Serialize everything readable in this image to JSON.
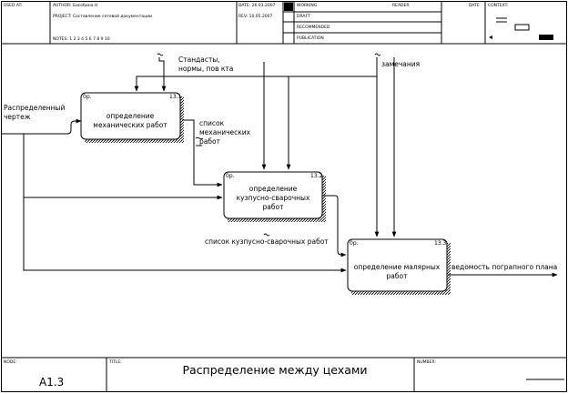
{
  "header": {
    "used_at": "USED AT:",
    "author": "AUTHOR: Басобина Н",
    "project": "PROJECT: Составление сетевой документации",
    "notes": "NOTES: 1 2 3 4 5 6 7 8 9 10",
    "date": "DATE: 26.03.2007",
    "rev": "REV: 10.05.2007",
    "working": "WORKING",
    "draft": "DRAFT",
    "recommended": "RECOMMENDED",
    "publication": "PUBLICATION",
    "reader": "READER",
    "reader_date": "DATE",
    "context": "CONTEXT:"
  },
  "boxes": [
    {
      "id": "box1",
      "corner": "0р.",
      "code": "13.1",
      "text": [
        "определение",
        "механических работ"
      ]
    },
    {
      "id": "box2",
      "corner": "0р.",
      "code": "13.2",
      "text": [
        "определение",
        "кузпусно-сварочных",
        "работ"
      ]
    },
    {
      "id": "box3",
      "corner": "0р.",
      "code": "13.3",
      "text": [
        "определение малярных",
        "работ"
      ]
    }
  ],
  "arrows": {
    "standards": [
      "Стандасты,",
      "нормы, пов кта"
    ],
    "remarks": "замечания",
    "drawing": [
      "Распределенный",
      "чертеж"
    ],
    "mech_list": [
      "список",
      "механических",
      "работ"
    ],
    "body_list": "список кузпусно-сварочных работ",
    "paint_sheet": "ведомость пограпного плана"
  },
  "footer": {
    "node_label": "NODE:",
    "node_value": "А1.3",
    "title_label": "TITLE:",
    "title": "Распределение между цехами",
    "number_label": "NUMBER:"
  }
}
